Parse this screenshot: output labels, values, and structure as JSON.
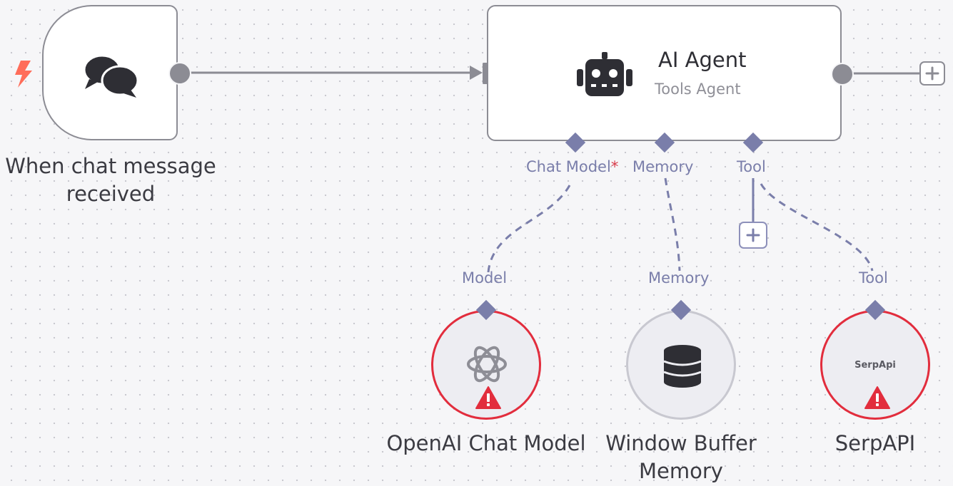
{
  "trigger": {
    "title_line1": "When chat message",
    "title_line2": "received",
    "icon": "chat-bubbles-icon",
    "badge_icon": "lightning-bolt-icon"
  },
  "agent": {
    "title": "AI Agent",
    "subtitle": "Tools Agent",
    "icon": "robot-icon",
    "ports": {
      "chat_model": "Chat Model",
      "required_marker": "*",
      "memory": "Memory",
      "tool": "Tool"
    }
  },
  "subnodes": {
    "openai": {
      "title": "OpenAI Chat Model",
      "port_label": "Model",
      "icon": "openai-icon",
      "status": "error"
    },
    "memory": {
      "title_line1": "Window Buffer",
      "title_line2": "Memory",
      "port_label": "Memory",
      "icon": "database-icon",
      "status": "ok"
    },
    "serpapi": {
      "title": "SerpAPI",
      "port_label": "Tool",
      "logo_text": "SerpApi",
      "status": "error"
    }
  },
  "colors": {
    "canvas": "#f6f6f8",
    "node_border": "#8c8c94",
    "connection": "#7a7eaa",
    "error": "#e22d3d",
    "trigger_accent": "#ff6d5a"
  }
}
